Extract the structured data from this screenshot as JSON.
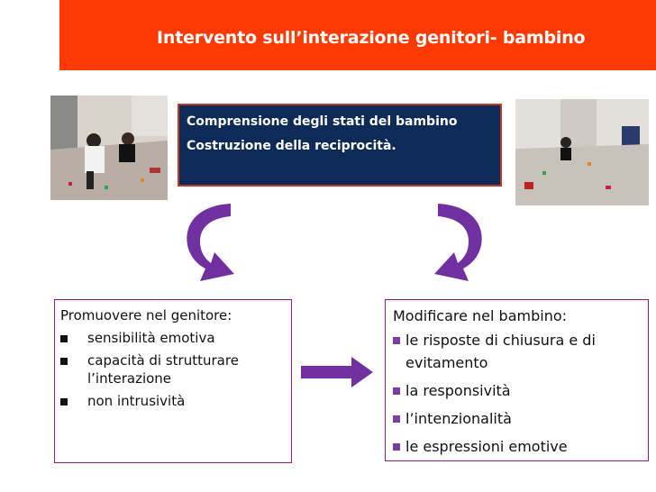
{
  "title": "Intervento sull’interazione genitori- bambino",
  "center_box": {
    "line1": "Comprensione degli stati del bambino",
    "line2": "Costruzione della reciprocità."
  },
  "left_panel": {
    "heading": "Promuovere nel genitore:",
    "items": [
      "sensibilità emotiva",
      "capacità di strutturare",
      "l’interazione",
      "non intrusività"
    ]
  },
  "right_panel": {
    "heading": "Modificare  nel bambino:",
    "items": [
      "le risposte di chiusura  e di",
      "evitamento",
      "la responsività",
      "l’intenzionalità",
      "le espressioni emotive"
    ]
  },
  "colors": {
    "title_bar": "#fd3a04",
    "center_box": "#0e2a56",
    "arrow": "#7030a0",
    "panel_border": "#8b1f7a",
    "mid_arrow": "#7030a0"
  },
  "images": {
    "left_photo": "classroom-scene-photo",
    "right_photo": "classroom-scene-photo"
  }
}
